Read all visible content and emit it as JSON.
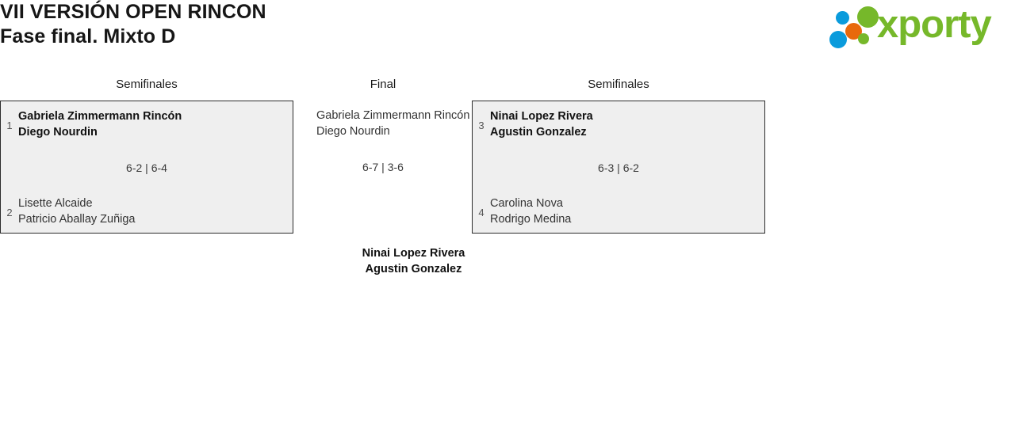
{
  "header": {
    "title_line1": "VII VERSIÓN OPEN RINCON",
    "title_line2": "Fase final. Mixto D"
  },
  "brand": {
    "wordmark": "xporty",
    "colors": {
      "green": "#76b82a",
      "blue": "#0a9bdc",
      "orange": "#e8690c"
    }
  },
  "bracket": {
    "headers": {
      "semifinals_left": "Semifinales",
      "final": "Final",
      "semifinals_right": "Semifinales"
    },
    "matches": {
      "semifinal_left": {
        "top": {
          "seed": "1",
          "player1": "Gabriela Zimmermann Rincón",
          "player2": "Diego Nourdin"
        },
        "bottom": {
          "seed": "2",
          "player1": "Lisette Alcaide",
          "player2": "Patricio Aballay Zuñiga"
        },
        "score": "6-2 | 6-4"
      },
      "semifinal_right": {
        "top": {
          "seed": "3",
          "player1": "Ninai Lopez Rivera",
          "player2": "Agustin Gonzalez"
        },
        "bottom": {
          "seed": "4",
          "player1": "Carolina Nova",
          "player2": "Rodrigo Medina"
        },
        "score": "6-3 | 6-2"
      },
      "final": {
        "top": {
          "seed": "",
          "player1": "Gabriela Zimmermann Rincón",
          "player2": "Diego Nourdin"
        },
        "score": "6-7 | 3-6"
      },
      "champion": {
        "player1": "Ninai Lopez Rivera",
        "player2": "Agustin Gonzalez"
      }
    }
  }
}
